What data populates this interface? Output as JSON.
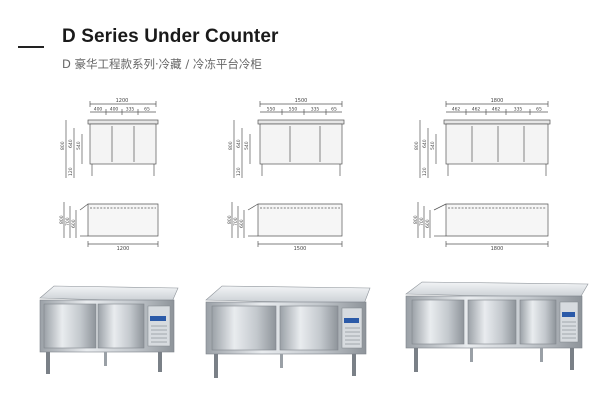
{
  "header": {
    "title": "D Series Under Counter",
    "subtitle": "D 豪华工程款系列·冷藏 / 冷冻平台冷柜"
  },
  "models": [
    {
      "width_total": "1200",
      "width_segments": [
        "400",
        "400",
        "335",
        "65"
      ],
      "height_total": "800",
      "height_body": "640",
      "height_door": "540",
      "height_legs": "120",
      "depth_labels": [
        "800",
        "700",
        "600"
      ],
      "plan_width": "1200",
      "doors": 2
    },
    {
      "width_total": "1500",
      "width_segments": [
        "550",
        "550",
        "335",
        "65"
      ],
      "height_total": "800",
      "height_body": "640",
      "height_door": "540",
      "height_legs": "120",
      "depth_labels": [
        "800",
        "700",
        "600"
      ],
      "plan_width": "1500",
      "doors": 2
    },
    {
      "width_total": "1800",
      "width_segments": [
        "462",
        "462",
        "462",
        "335",
        "65"
      ],
      "height_total": "800",
      "height_body": "640",
      "height_door": "540",
      "height_legs": "120",
      "depth_labels": [
        "800",
        "700",
        "600"
      ],
      "plan_width": "1800",
      "doors": 3
    }
  ],
  "colors": {
    "line": "#555555",
    "steel_light": "#e4e7ea",
    "steel_mid": "#b9bec3",
    "steel_dark": "#8c9298",
    "panel_blue": "#2b5aa8"
  }
}
